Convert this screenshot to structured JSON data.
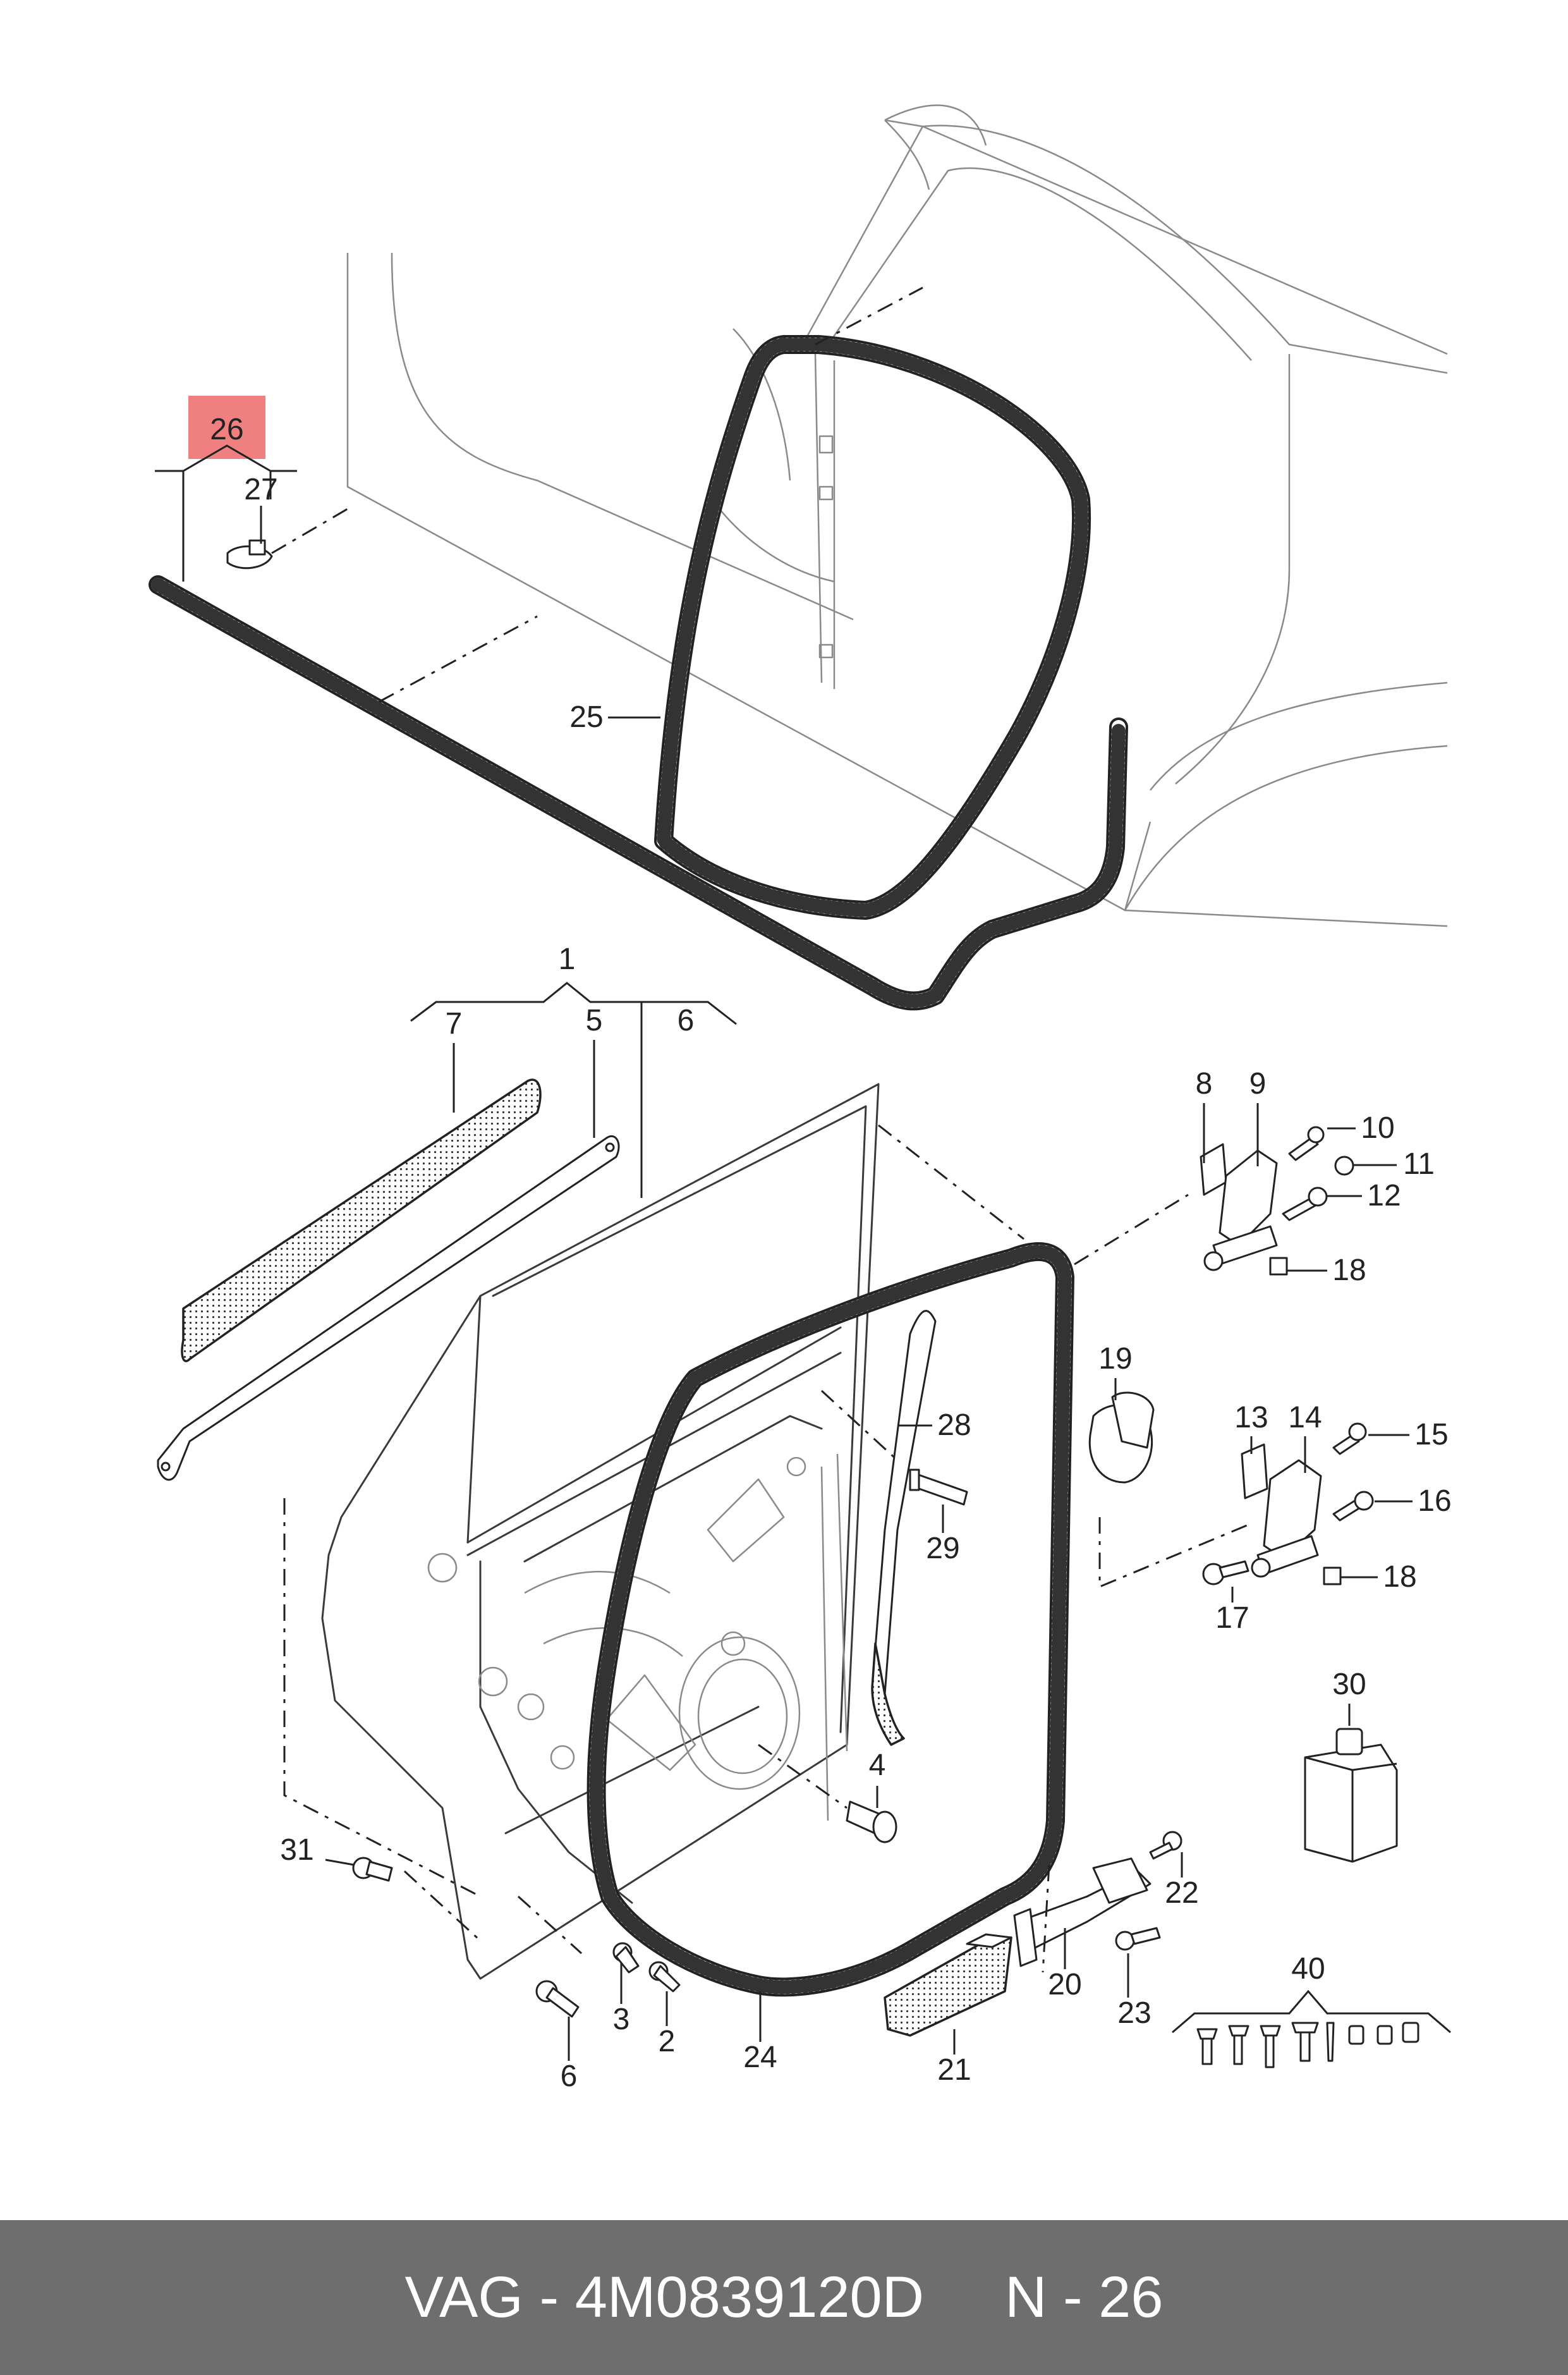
{
  "diagram": {
    "highlight_color": "#f08080",
    "callouts": {
      "c1": "1",
      "c2": "2",
      "c3": "3",
      "c4": "4",
      "c5": "5",
      "c6a": "6",
      "c6b": "6",
      "c7": "7",
      "c8": "8",
      "c9": "9",
      "c10": "10",
      "c11": "11",
      "c12": "12",
      "c13": "13",
      "c14": "14",
      "c15": "15",
      "c16": "16",
      "c17": "17",
      "c18a": "18",
      "c18b": "18",
      "c19": "19",
      "c20": "20",
      "c21": "21",
      "c22": "22",
      "c23": "23",
      "c24": "24",
      "c25": "25",
      "c26": "26",
      "c27": "27",
      "c28": "28",
      "c29": "29",
      "c30": "30",
      "c31": "31",
      "c40": "40"
    }
  },
  "footer": {
    "brand": "VAG",
    "separator": "-",
    "part_number": "4M0839120D",
    "page_prefix": "N",
    "page_separator": "-",
    "page_number": "26"
  }
}
